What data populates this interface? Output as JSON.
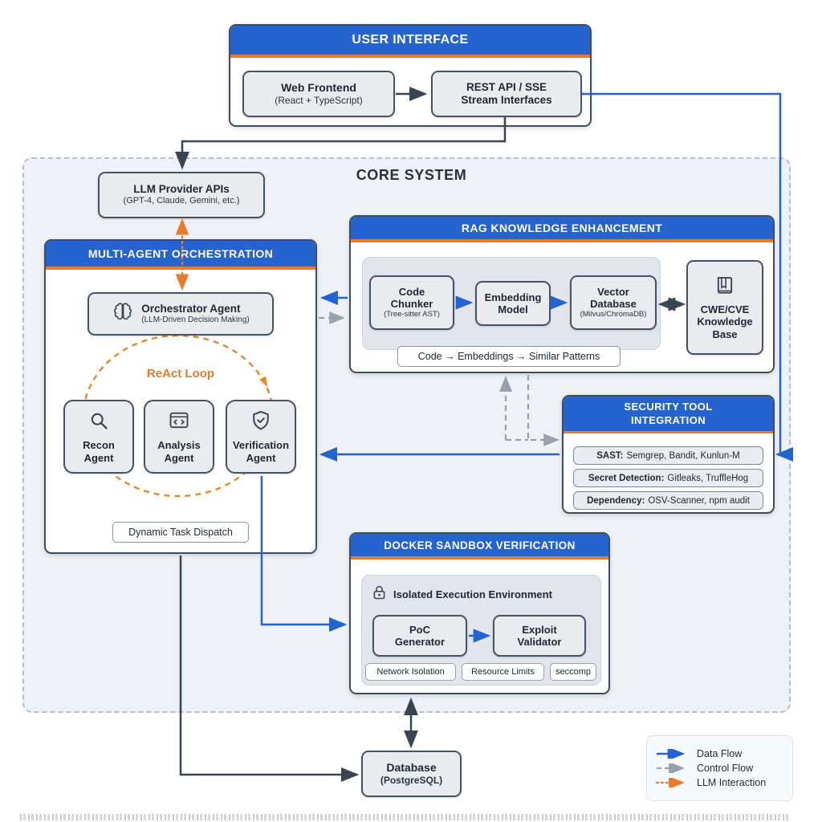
{
  "ui": {
    "title": "USER INTERFACE",
    "web_frontend_line1": "Web Frontend",
    "web_frontend_line2": "(React + TypeScript)",
    "rest_api_line1": "REST API / SSE",
    "rest_api_line2": "Stream Interfaces"
  },
  "core": {
    "title": "CORE SYSTEM",
    "llm_provider_line1": "LLM Provider APIs",
    "llm_provider_line2": "(GPT-4, Claude, Gemini, etc.)"
  },
  "orchestration": {
    "title": "MULTI-AGENT ORCHESTRATION",
    "orchestrator_line1": "Orchestrator Agent",
    "orchestrator_line2": "(LLM-Driven Decision Making)",
    "react_loop": "ReAct Loop",
    "agents": [
      {
        "line1": "Recon",
        "line2": "Agent"
      },
      {
        "line1": "Analysis",
        "line2": "Agent"
      },
      {
        "line1": "Verification",
        "line2": "Agent"
      }
    ],
    "dispatch_label": "Dynamic Task Dispatch"
  },
  "rag": {
    "title": "RAG KNOWLEDGE ENHANCEMENT",
    "code_chunker_line1": "Code",
    "code_chunker_line2": "Chunker",
    "code_chunker_line3": "(Tree-sitter AST)",
    "embedding_line1": "Embedding",
    "embedding_line2": "Model",
    "vector_line1": "Vector",
    "vector_line2": "Database",
    "vector_line3": "(Milvus/ChromaDB)",
    "caption": "Code → Embeddings → Similar Patterns",
    "cwe_line1": "CWE/CVE",
    "cwe_line2": "Knowledge",
    "cwe_line3": "Base"
  },
  "security": {
    "title_line1": "SECURITY TOOL",
    "title_line2": "INTEGRATION",
    "items": [
      {
        "label": "SAST:",
        "value": "Semgrep, Bandit, Kunlun-M"
      },
      {
        "label": "Secret Detection:",
        "value": "Gitleaks, TruffleHog"
      },
      {
        "label": "Dependency:",
        "value": "OSV-Scanner, npm audit"
      }
    ]
  },
  "sandbox": {
    "title": "DOCKER SANDBOX VERIFICATION",
    "env_title": "Isolated Execution Environment",
    "poc_line1": "PoC",
    "poc_line2": "Generator",
    "exploit_line1": "Exploit",
    "exploit_line2": "Validator",
    "badges": [
      "Network Isolation",
      "Resource Limits",
      "seccomp"
    ]
  },
  "database": {
    "line1": "Database",
    "line2": "(PostgreSQL)"
  },
  "legend": {
    "data_flow": "Data Flow",
    "control_flow": "Control Flow",
    "llm_interaction": "LLM Interaction"
  },
  "colors": {
    "header_blue": "#2563cf",
    "accent_orange": "#e87a2b",
    "data_flow_blue": "#2563cf",
    "control_flow_gray": "#97a1ad",
    "llm_interaction_orange": "#e87a2b",
    "border_dark": "#3a4553"
  }
}
